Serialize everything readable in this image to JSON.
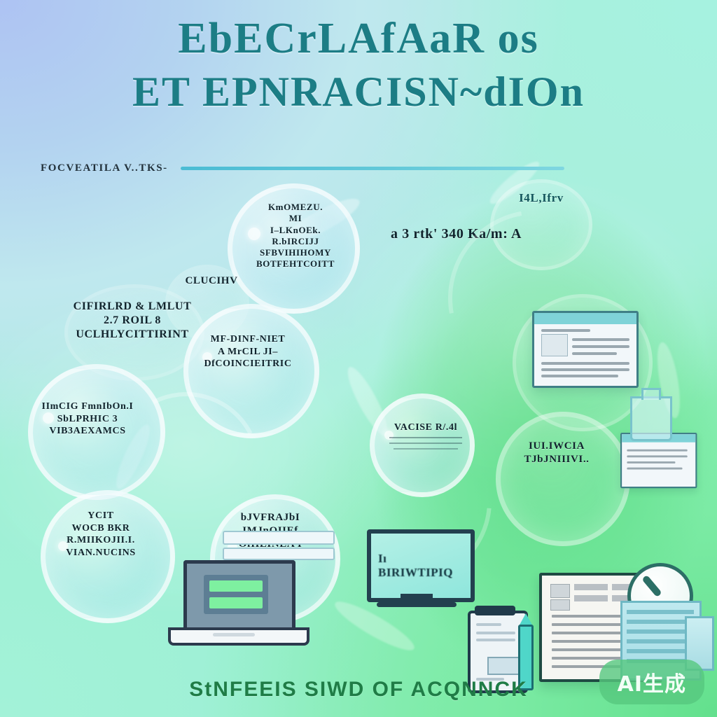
{
  "poster": {
    "headline_line1": "EbECrLAfAaR os",
    "headline_line2": "ET EPNRACISN~dIOn",
    "section_label": "FOCVEATILA V..TKS-",
    "footer_caption": "StNFEEIS SIWD OF ACQNNCK",
    "watermark": "AI生成"
  },
  "colors": {
    "background_top_left": "#aec3f3",
    "background_top_right": "#a6f2e0",
    "background_bottom_right": "#63e08d",
    "background_bottom_left": "#a3f2d8",
    "headline": "#1c7d85",
    "rule": "#4bbcd4",
    "footer": "#1f7c46",
    "watermark_pill": "#56c87e"
  },
  "nodes": [
    {
      "id": "node-top-center",
      "text": "KmOMEZU.\nMI\nI–LKnOEk.\nR.bIRCIJJ\nSFBVIHIHOMY\nBOTFEHTCOITT"
    },
    {
      "id": "node-top-right",
      "text": "I4L,Ifrv"
    },
    {
      "id": "node-mid-right-top",
      "text": "a 3 rtk'  340 Ka/m: A"
    },
    {
      "id": "node-left-upper",
      "text": "CIFIRLRD & LMLUT\n2.7 ROIL 8\nUCLHLYCITTIRINT"
    },
    {
      "id": "node-left-cloud",
      "text": "CLUCIHV"
    },
    {
      "id": "node-center-left",
      "text": "MF-DINF-NIET\nA MrCIL JI–\nDfCOINCIEITRIC"
    },
    {
      "id": "node-left-mid",
      "text": "IImCIG FmnIbOn.I\nSbLPRHIC 3\nVIB3AEXAMCS"
    },
    {
      "id": "node-bottom-left",
      "text": "YCIT\nWOCB BKR\nR.MIIKOJII.I.\nVIAN.NUCINS"
    },
    {
      "id": "node-bottom-mid",
      "text": "bJVFRAJbI\nIMJnOIIEf\nOfHLINEA I"
    },
    {
      "id": "node-center-bubble",
      "text": "VACISE R/.4l"
    },
    {
      "id": "node-right-lower",
      "text": "IUI.IWCIA\nTJbJNIIIVI.."
    },
    {
      "id": "node-monitor",
      "text": "Iı\nBIRIWTIPIQ"
    }
  ],
  "illustrations": [
    {
      "id": "laptop-illustration",
      "name": "laptop"
    },
    {
      "id": "monitor-illustration",
      "name": "monitor"
    },
    {
      "id": "browser-card-top",
      "name": "browser-card"
    },
    {
      "id": "browser-card-right",
      "name": "browser-card"
    },
    {
      "id": "clipboard-illustration",
      "name": "clipboard"
    },
    {
      "id": "pencil-illustration",
      "name": "pencil"
    },
    {
      "id": "document-illustration",
      "name": "document"
    },
    {
      "id": "magnifier-illustration",
      "name": "magnifier"
    },
    {
      "id": "building-illustration",
      "name": "bar-building"
    }
  ]
}
